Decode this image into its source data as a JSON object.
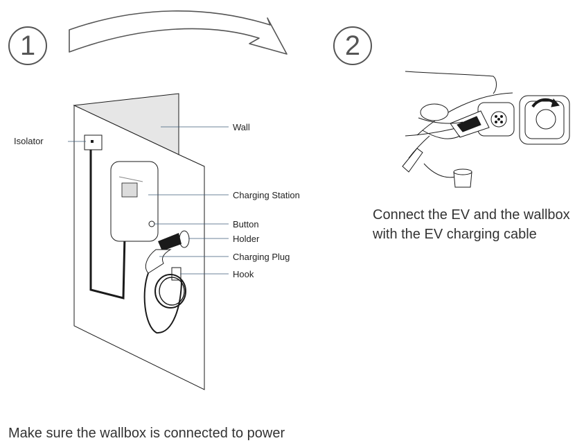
{
  "steps": {
    "one": "1",
    "two": "2"
  },
  "labels": {
    "isolator": "Isolator",
    "wall": "Wall",
    "charging_station": "Charging Station",
    "button": "Button",
    "holder": "Holder",
    "charging_plug": "Charging Plug",
    "hook": "Hook"
  },
  "captions": {
    "step_one": "Make sure the wallbox is connected to power",
    "step_two": "Connect the EV and the wallbox with the EV charging cable"
  },
  "colors": {
    "line": "#1a1a1a",
    "leader": "#3c5a78",
    "wall_shade": "#e6e6e6",
    "circle": "#555555"
  }
}
